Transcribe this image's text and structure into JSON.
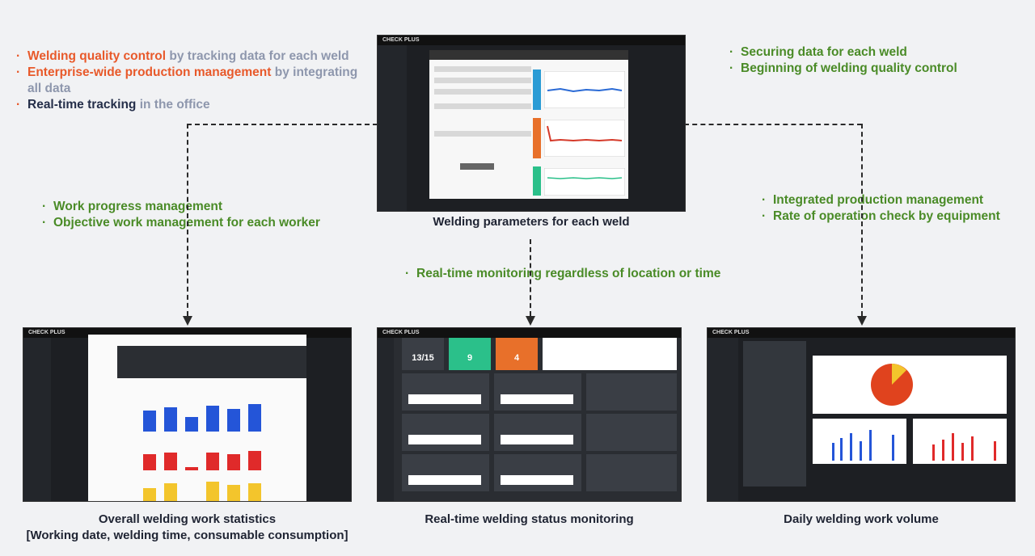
{
  "top_left": {
    "items": [
      {
        "strong": "Welding quality control",
        "rest": " by tracking data for each weld"
      },
      {
        "strong": "Enterprise-wide production management",
        "rest": " by integrating all data"
      },
      {
        "strong": "Real-time tracking",
        "rest": " in the office"
      }
    ]
  },
  "top_right": {
    "items": [
      "Securing data for each weld",
      "Beginning of welding quality control"
    ]
  },
  "mid_left": {
    "items": [
      "Work progress management",
      "Objective work management for each worker"
    ]
  },
  "mid_right": {
    "items": [
      "Integrated production management",
      "Rate of operation check by equipment"
    ]
  },
  "mid_center": {
    "items": [
      "Real-time monitoring regardless of location or time"
    ]
  },
  "captions": {
    "top": "Welding parameters for each weld",
    "bottom_left_1": "Overall welding work statistics",
    "bottom_left_2": "[Working date, welding time, consumable consumption]",
    "bottom_center": "Real-time welding status monitoring",
    "bottom_right": "Daily welding work volume"
  },
  "screens": {
    "brand": "CHECK PLUS",
    "mon_tile_1": "13/15",
    "mon_tile_2": "9",
    "mon_tile_3": "4"
  },
  "colors": {
    "orange": "#e8592a",
    "grey": "#8e97ad",
    "navy": "#252f4a",
    "green": "#4a8b27"
  }
}
